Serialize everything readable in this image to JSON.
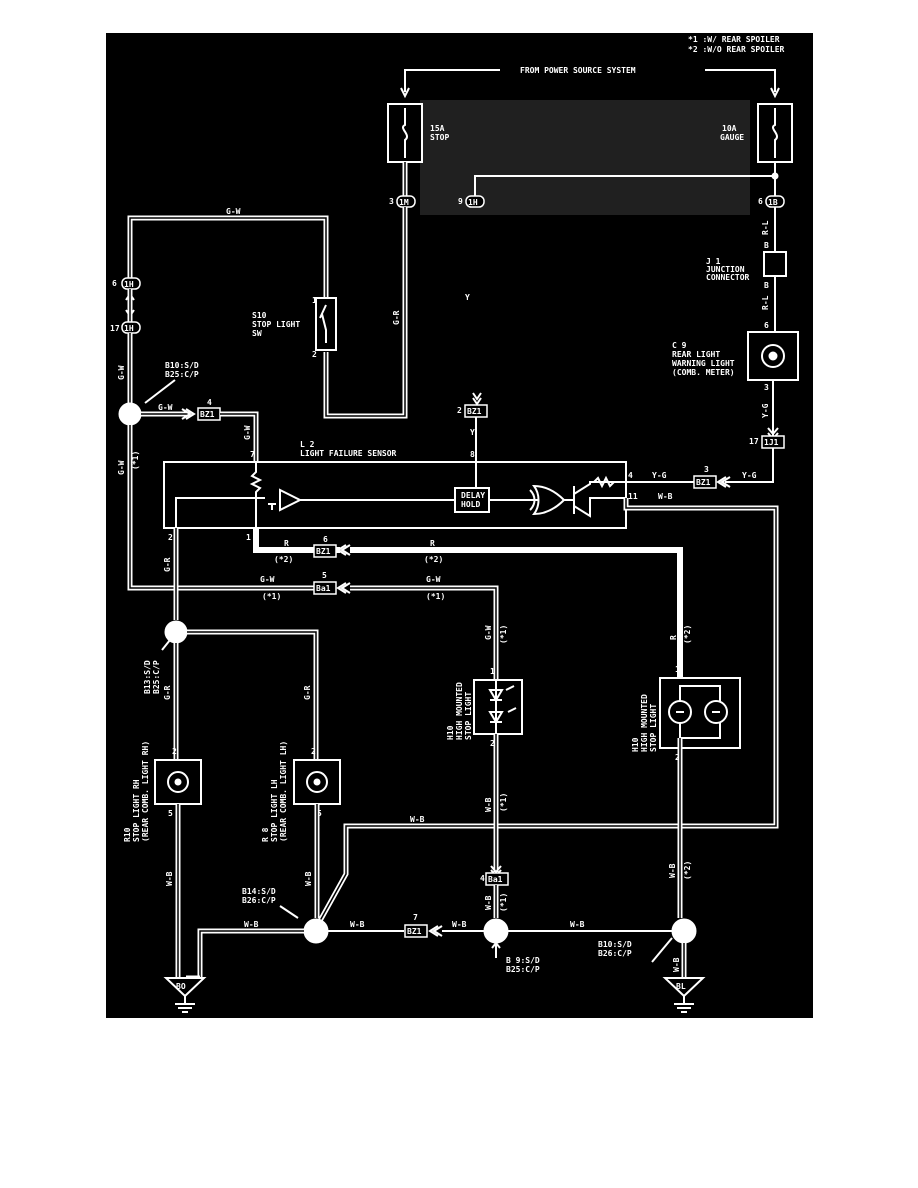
{
  "notes": [
    "*1 :W/ REAR SPOILER",
    "*2 :W/O REAR SPOILER"
  ],
  "power_source_label": "FROM POWER SOURCE SYSTEM",
  "fuses": [
    {
      "rating": "15A",
      "name": "STOP"
    },
    {
      "rating": "10A",
      "name": "GAUGE"
    }
  ],
  "components": {
    "stop_light_sw": {
      "id": "S10",
      "name": "STOP LIGHT",
      "name2": "SW",
      "pin_a": "1",
      "pin_b": "2"
    },
    "junction_connector": {
      "id": "J 1",
      "name": "JUNCTION",
      "name2": "CONNECTOR"
    },
    "rear_light_warning": {
      "id": "C 9",
      "line1": "REAR LIGHT",
      "line2": "WARNING LIGHT",
      "line3": "(COMB. METER)",
      "pin_top": "6",
      "pin_bottom": "3"
    },
    "light_failure_sensor": {
      "id": "L 2",
      "name": "LIGHT FAILURE SENSOR",
      "delay1": "DELAY",
      "delay2": "HOLD",
      "pins": [
        "7",
        "8",
        "4",
        "11",
        "2",
        "1"
      ]
    },
    "stop_light_rh": {
      "id": "R10",
      "line1": "STOP LIGHT RH",
      "line2": "(REAR COMB. LIGHT RH)",
      "pin_top": "2",
      "pin_bottom": "5"
    },
    "stop_light_lh": {
      "id": "R 8",
      "line1": "STOP LIGHT LH",
      "line2": "(REAR COMB. LIGHT LH)",
      "pin_top": "2",
      "pin_bottom": "5"
    },
    "hmsl_1": {
      "id": "H10",
      "line1": "HIGH MOUNTED",
      "line2": "STOP LIGHT",
      "pin_top": "1",
      "pin_bottom": "2"
    },
    "hmsl_2": {
      "id": "H10",
      "line1": "HIGH MOUNTED",
      "line2": "STOP LIGHT",
      "pin_top": "1",
      "pin_bottom": "2"
    }
  },
  "connectors": {
    "c_1m": {
      "pin": "3",
      "code": "1M"
    },
    "c_1h_top": {
      "pin": "9",
      "code": "1H"
    },
    "c_1b": {
      "pin": "6",
      "code": "1B"
    },
    "c_1h_left6": {
      "pin": "6",
      "code": "1H"
    },
    "c_1h_left17": {
      "pin": "17",
      "code": "1H"
    },
    "c_bz1_4": {
      "pin": "4",
      "code": "BZ1"
    },
    "c_bz1_2": {
      "pin": "2",
      "code": "BZ1"
    },
    "c_1j1": {
      "pin": "17",
      "code": "1J1"
    },
    "c_bz1_3": {
      "pin": "3",
      "code": "BZ1"
    },
    "c_bz1_6": {
      "pin": "6",
      "code": "BZ1"
    },
    "c_ba1_5": {
      "pin": "5",
      "code": "Ba1"
    },
    "c_ba1_4": {
      "pin": "4",
      "code": "Ba1"
    },
    "c_bz1_7": {
      "pin": "7",
      "code": "BZ1"
    }
  },
  "splices": {
    "s1": {
      "line1": "B10:S/D",
      "line2": "B25:C/P"
    },
    "s2": {
      "line1": "B13:S/D",
      "line2": "B25:C/P"
    },
    "s3": {
      "line1": "B14:S/D",
      "line2": "B26:C/P"
    },
    "s4": {
      "line1": "B 9:S/D",
      "line2": "B25:C/P"
    },
    "s5": {
      "line1": "B10:S/D",
      "line2": "B26:C/P"
    }
  },
  "grounds": {
    "left": "BO",
    "right": "BL"
  },
  "wire_colors": {
    "gw": "G-W",
    "gr": "G-R",
    "rl": "R-L",
    "b": "B",
    "yg": "Y-G",
    "y": "Y",
    "r": "R",
    "wb": "W-B"
  },
  "variants": {
    "v1": "(*1)",
    "v2": "(*2)"
  }
}
